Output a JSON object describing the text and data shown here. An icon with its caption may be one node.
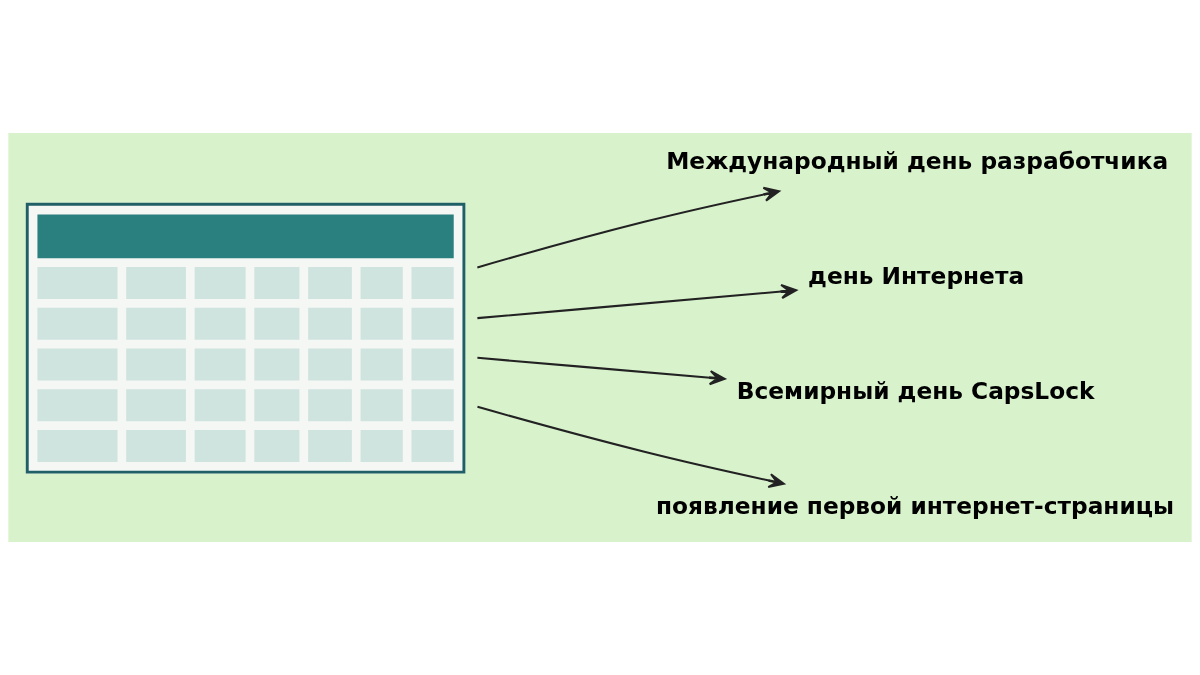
{
  "diagram": {
    "nodes": [
      {
        "text": [],
        "shape": "picture"
      },
      {
        "text": [
          "Международный день разработчика"
        ]
      },
      {
        "text": [
          "день Интернета"
        ]
      },
      {
        "text": [
          "Всемирный день CapsLock"
        ]
      },
      {
        "text": [
          "появление первой интернет-страницы"
        ]
      }
    ],
    "edges": [
      {
        "from": 0,
        "to": 1,
        "arrow": "to"
      },
      {
        "from": 0,
        "to": 2,
        "arrow": "to"
      },
      {
        "from": 0,
        "to": 3,
        "arrow": "to"
      },
      {
        "from": 0,
        "to": 4,
        "arrow": "to"
      }
    ]
  }
}
